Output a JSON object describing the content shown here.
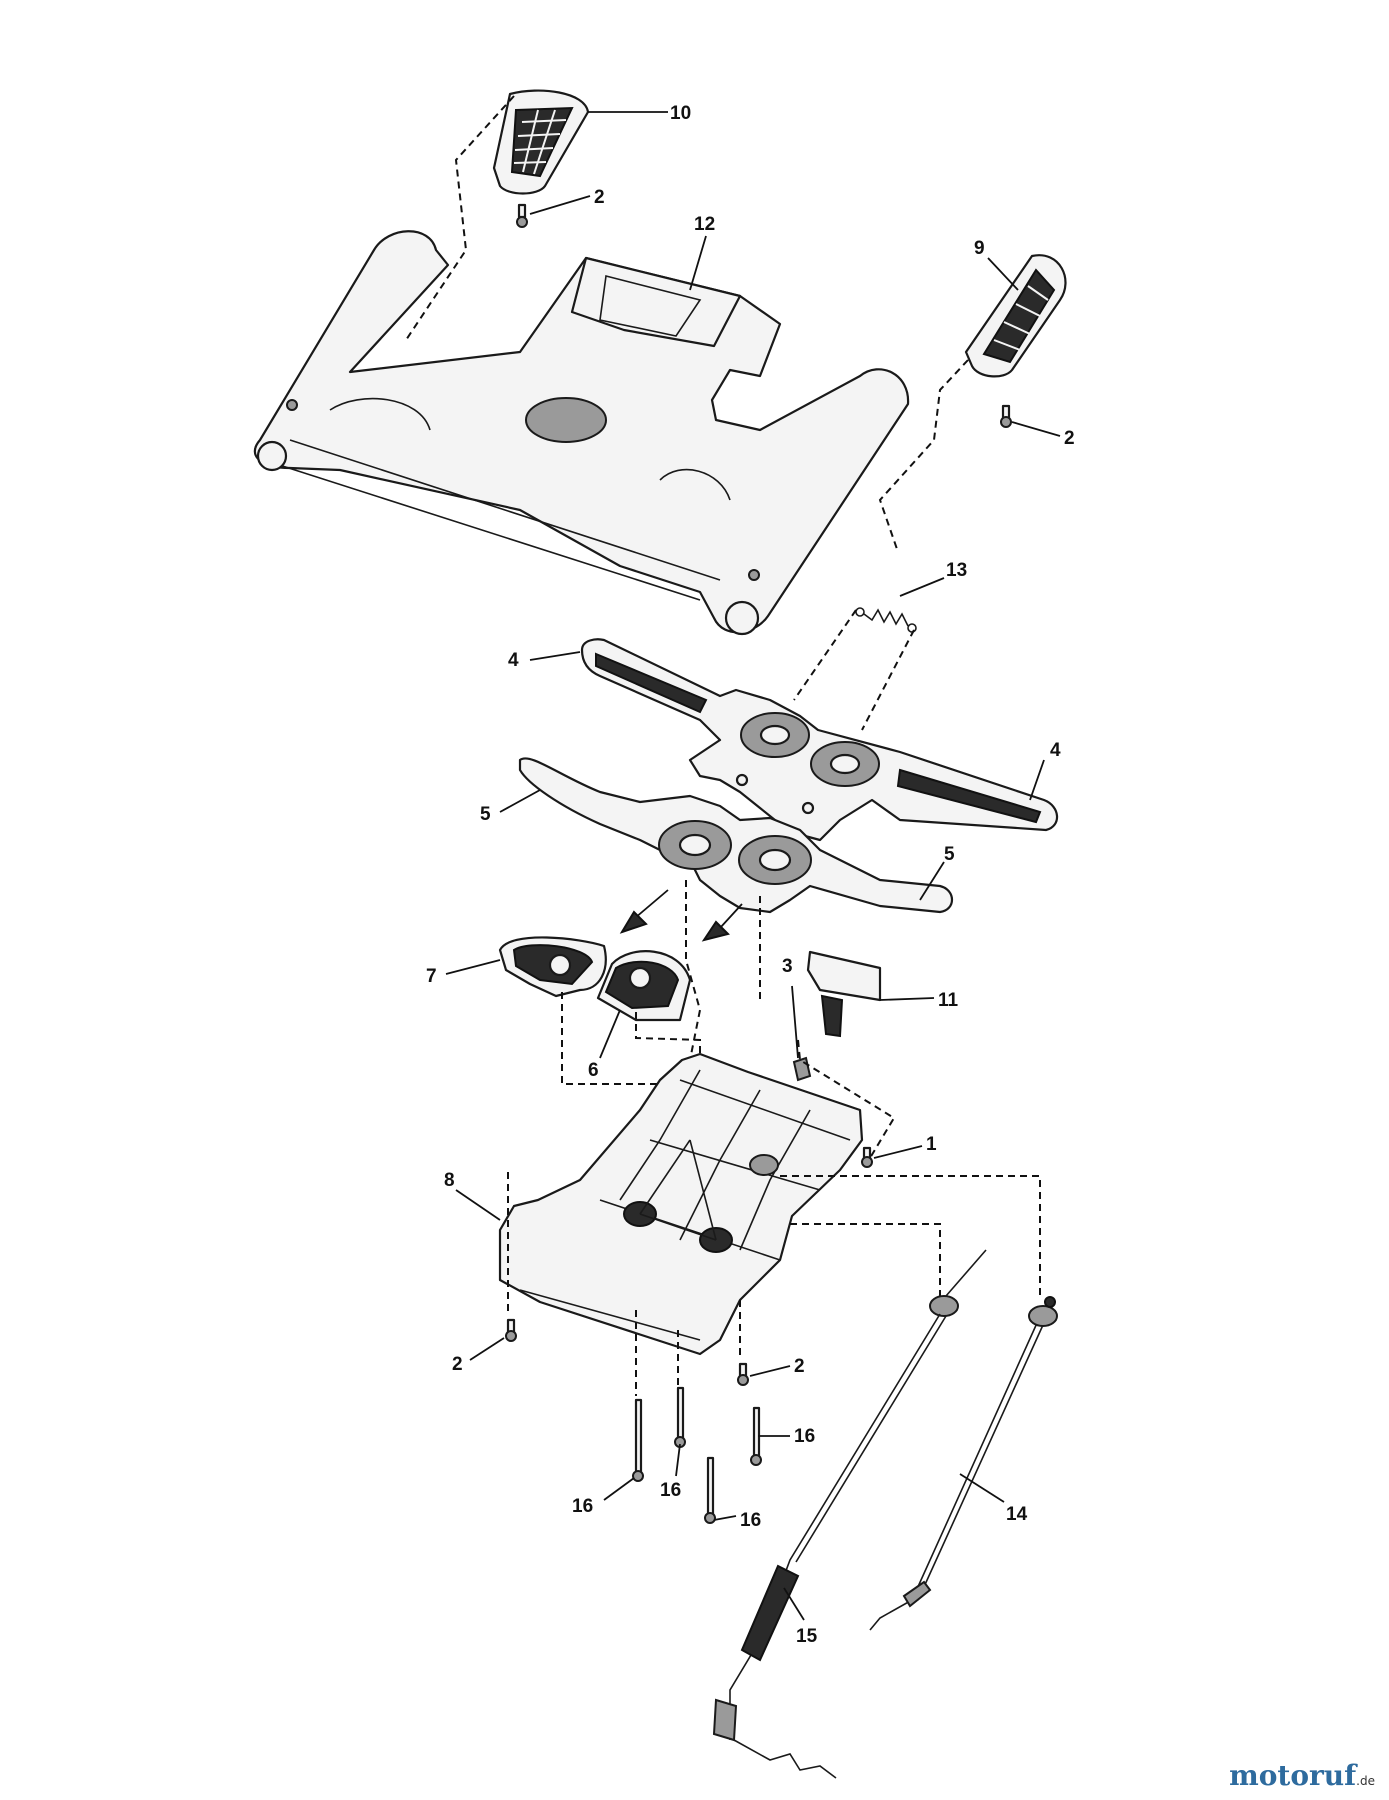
{
  "callouts": {
    "c10": "10",
    "c2_top": "2",
    "c12": "12",
    "c9": "9",
    "c2_right": "2",
    "c13": "13",
    "c4_left": "4",
    "c4_right": "4",
    "c5_left": "5",
    "c5_right": "5",
    "c7": "7",
    "c6": "6",
    "c3": "3",
    "c11": "11",
    "c1": "1",
    "c8": "8",
    "c2_bl": "2",
    "c2_bm": "2",
    "c16_a": "16",
    "c16_b": "16",
    "c16_c": "16",
    "c16_d": "16",
    "c14": "14",
    "c15": "15"
  },
  "watermark": {
    "part1": "motoruf",
    "suffix": ".de"
  }
}
